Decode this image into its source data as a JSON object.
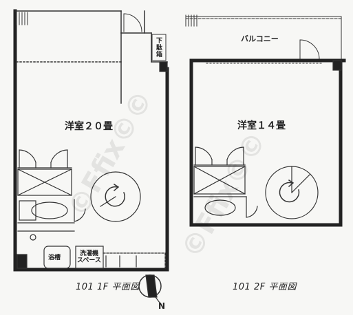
{
  "floor1": {
    "caption": "101 1F 平面図",
    "room_label": "洋室２０畳",
    "storage_label": "下駄箱",
    "bath_label": "浴槽",
    "laundry_label": "洗濯機\nスペース",
    "north_label": "N"
  },
  "floor2": {
    "caption": "101 2F 平面図",
    "room_label": "洋室１４畳",
    "balcony_label": "バルコニー"
  },
  "watermark": "©Ffix©©"
}
